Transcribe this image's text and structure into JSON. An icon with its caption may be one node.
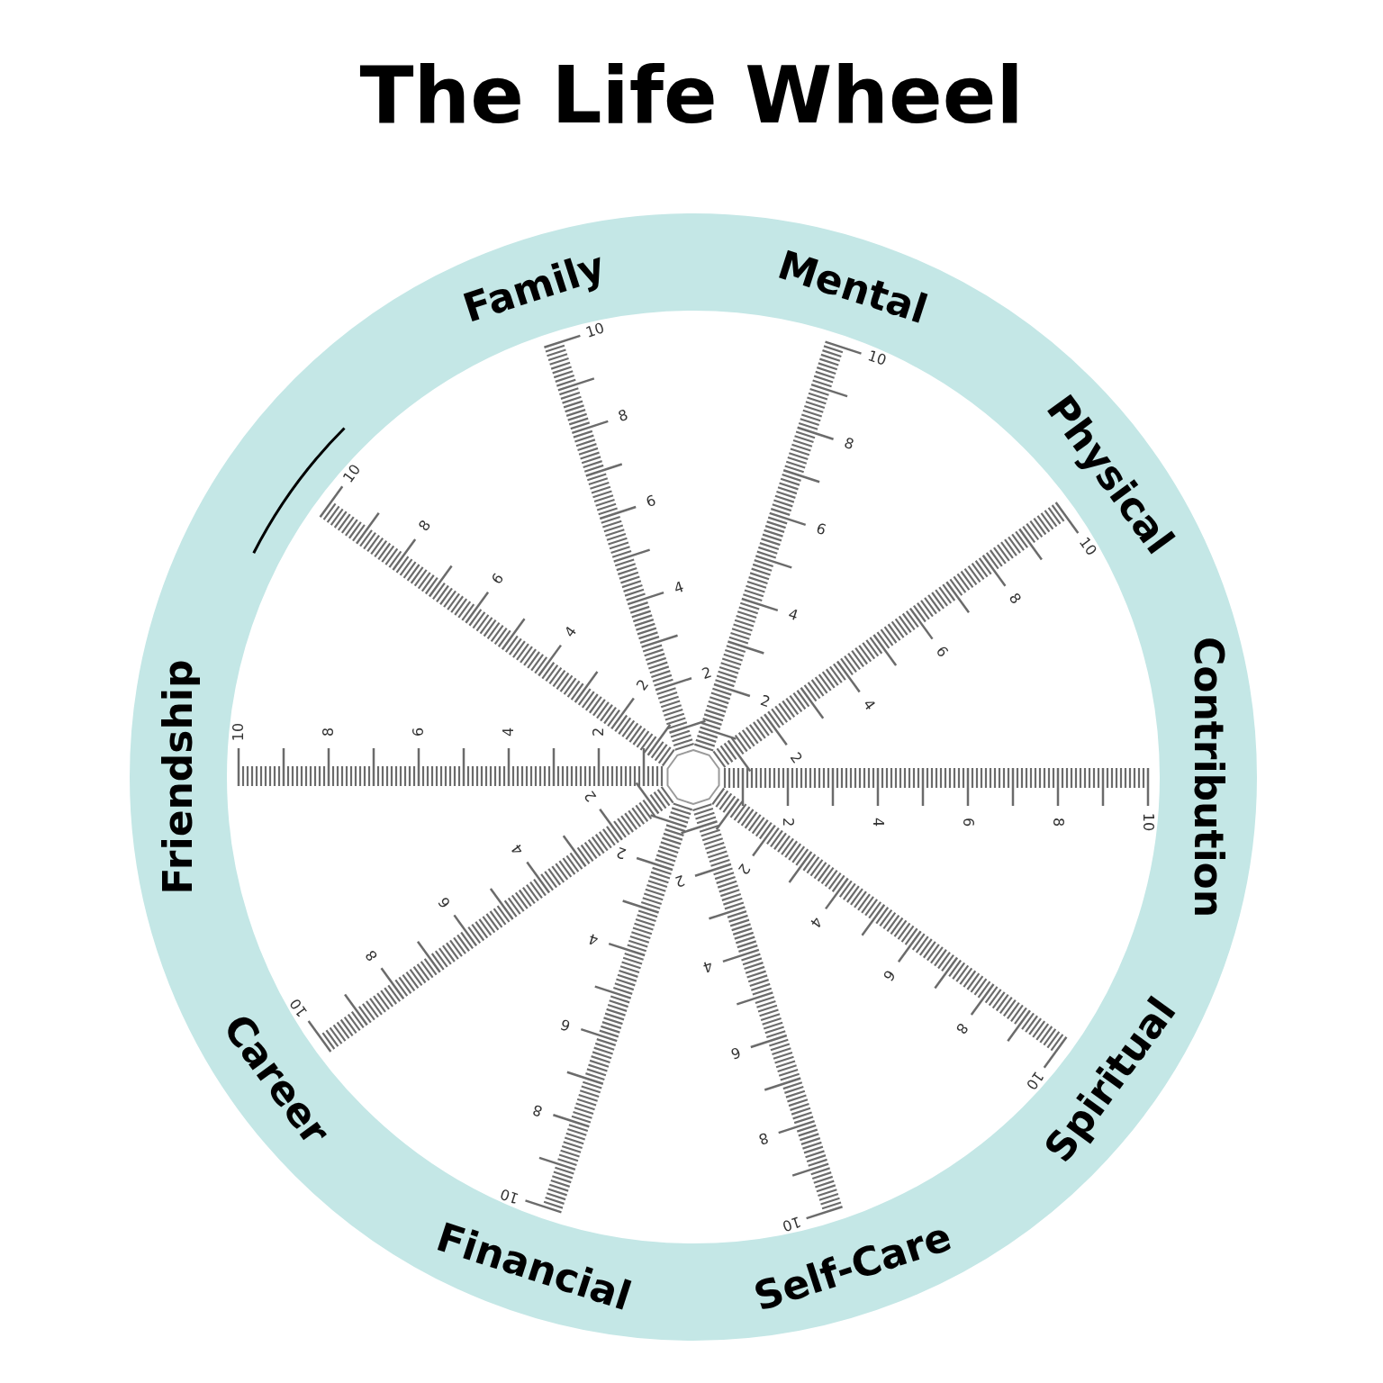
{
  "diagram": {
    "title": "The Life Wheel",
    "labels": [
      "Family",
      "Mental",
      "Physical",
      "Contribution",
      "Spiritual",
      "Self-Care",
      "Financial",
      "Career",
      "Friendship",
      "2",
      "4",
      "6",
      "8",
      "10",
      "2",
      "4",
      "6",
      "8",
      "10",
      "2",
      "4",
      "6",
      "8",
      "10",
      "2",
      "4",
      "6",
      "8",
      "10",
      "2",
      "4",
      "6",
      "8",
      "10",
      "2",
      "4",
      "6",
      "8",
      "10",
      "2",
      "4",
      "6",
      "8",
      "10",
      "2",
      "4",
      "6",
      "8",
      "10",
      "2",
      "4",
      "6",
      "8",
      "10",
      "2",
      "4",
      "6",
      "8",
      "10"
    ]
  }
}
